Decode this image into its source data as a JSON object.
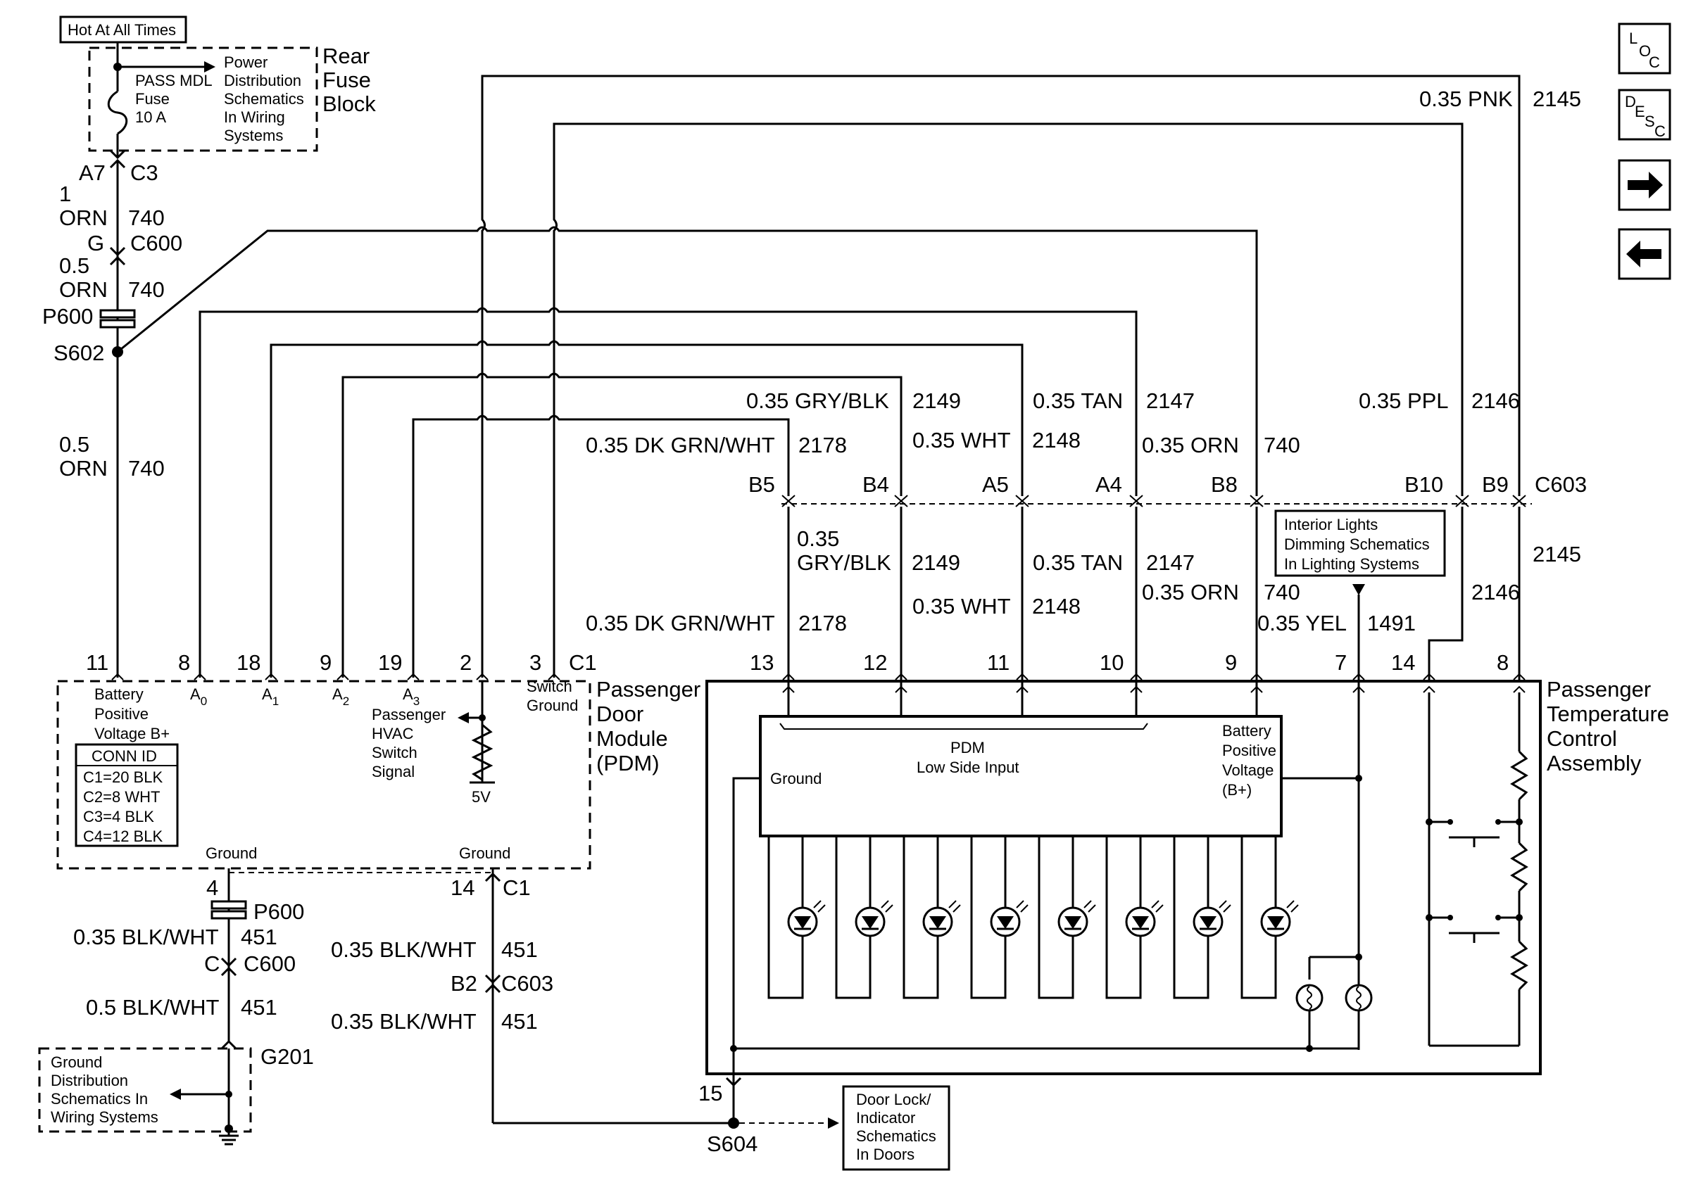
{
  "hot_label": "Hot At All Times",
  "rear_fuse_block": {
    "l1": "Rear",
    "l2": "Fuse",
    "l3": "Block"
  },
  "fuse": {
    "l1": "PASS MDL",
    "l2": "Fuse",
    "l3": "10 A"
  },
  "power_dist": {
    "l1": "Power",
    "l2": "Distribution",
    "l3": "Schematics",
    "l4": "In Wiring",
    "l5": "Systems"
  },
  "left_run": {
    "a7": "A7",
    "c3": "C3",
    "size1": "1",
    "orn1": "ORN",
    "c740a": "740",
    "g": "G",
    "c600": "C600",
    "size05a": "0.5",
    "orn2": "ORN",
    "c740b": "740",
    "p600": "P600",
    "s602": "S602",
    "size05b": "0.5",
    "orn3": "ORN",
    "c740c": "740"
  },
  "top_wires": {
    "pnk": "0.35 PNK",
    "c2145": "2145",
    "gry_blk": "0.35 GRY/BLK",
    "c2149": "2149",
    "tan": "0.35 TAN",
    "c2147": "2147",
    "ppl": "0.35 PPL",
    "c2146": "2146",
    "dk_grn": "0.35 DK GRN/WHT",
    "c2178": "2178",
    "wht": "0.35 WHT",
    "c2148": "2148",
    "orn": "0.35 ORN",
    "c740": "740"
  },
  "c603_pins": {
    "b5": "B5",
    "b4": "B4",
    "a5": "A5",
    "a4": "A4",
    "b8": "B8",
    "b10": "B10",
    "b9": "B9",
    "c603": "C603"
  },
  "lower_wires": {
    "size035": "0.35",
    "gry_blk": "GRY/BLK",
    "c2149": "2149",
    "tan": "0.35 TAN",
    "c2147": "2147",
    "wht": "0.35 WHT",
    "c2148": "2148",
    "orn": "0.35 ORN",
    "c740": "740",
    "dk_grn": "0.35 DK GRN/WHT",
    "c2178": "2178",
    "yel": "0.35 YEL",
    "c1491": "1491",
    "c2145": "2145",
    "c2146": "2146"
  },
  "interior_lights": {
    "l1": "Interior Lights",
    "l2": "Dimming Schematics",
    "l3": "In Lighting Systems"
  },
  "pdm_pins": {
    "p11": "11",
    "p8": "8",
    "p18": "18",
    "p9": "9",
    "p19": "19",
    "p2": "2",
    "p3": "3",
    "c1": "C1"
  },
  "ptca_pins": {
    "p13": "13",
    "p12": "12",
    "p11": "11",
    "p10": "10",
    "p9": "9",
    "p7": "7",
    "p14": "14",
    "p8": "8"
  },
  "pdm": {
    "title1": "Passenger",
    "title2": "Door",
    "title3": "Module",
    "title4": "(PDM)",
    "bat1": "Battery",
    "bat2": "Positive",
    "bat3": "Voltage B+",
    "a0": "A",
    "a1": "A",
    "a2": "A",
    "a3": "A",
    "sub0": "0",
    "sub1": "1",
    "sub2": "2",
    "sub3": "3",
    "sig1": "Passenger",
    "sig2": "HVAC",
    "sig3": "Switch",
    "sig4": "Signal",
    "v5": "5V",
    "sw1": "Switch",
    "sw2": "Ground",
    "gnd_left": "Ground",
    "gnd_right": "Ground"
  },
  "conn_id": {
    "title": "CONN ID",
    "c1": "C1=20 BLK",
    "c2": "C2=8 WHT",
    "c3": "C3=4 BLK",
    "c4": "C4=12 BLK"
  },
  "ptca": {
    "title1": "Passenger",
    "title2": "Temperature",
    "title3": "Control",
    "title4": "Assembly",
    "ground": "Ground",
    "low1": "PDM",
    "low2": "Low Side Input",
    "bat1": "Battery",
    "bat2": "Positive",
    "bat3": "Voltage",
    "bat4": "(B+)"
  },
  "bottom_left": {
    "p4": "4",
    "p600": "P600",
    "wire1": "0.35 BLK/WHT",
    "c451a": "451",
    "c": "C",
    "c600": "C600",
    "wire2": "0.5 BLK/WHT",
    "c451b": "451",
    "g201": "G201"
  },
  "ground_dist": {
    "l1": "Ground",
    "l2": "Distribution",
    "l3": "Schematics In",
    "l4": "Wiring Systems"
  },
  "bottom_mid": {
    "p14": "14",
    "c1": "C1",
    "wire1": "0.35 BLK/WHT",
    "c451a": "451",
    "b2": "B2",
    "c603": "C603",
    "wire2": "0.35 BLK/WHT",
    "c451b": "451",
    "p15": "15",
    "s604": "S604"
  },
  "door_lock": {
    "l1": "Door Lock/",
    "l2": "Indicator",
    "l3": "Schematics",
    "l4": "In Doors"
  },
  "nav": {
    "loc_l": "L",
    "loc_o": "O",
    "loc_c": "C",
    "desc_d": "D",
    "desc_e": "E",
    "desc_s": "S",
    "desc_c": "C"
  }
}
